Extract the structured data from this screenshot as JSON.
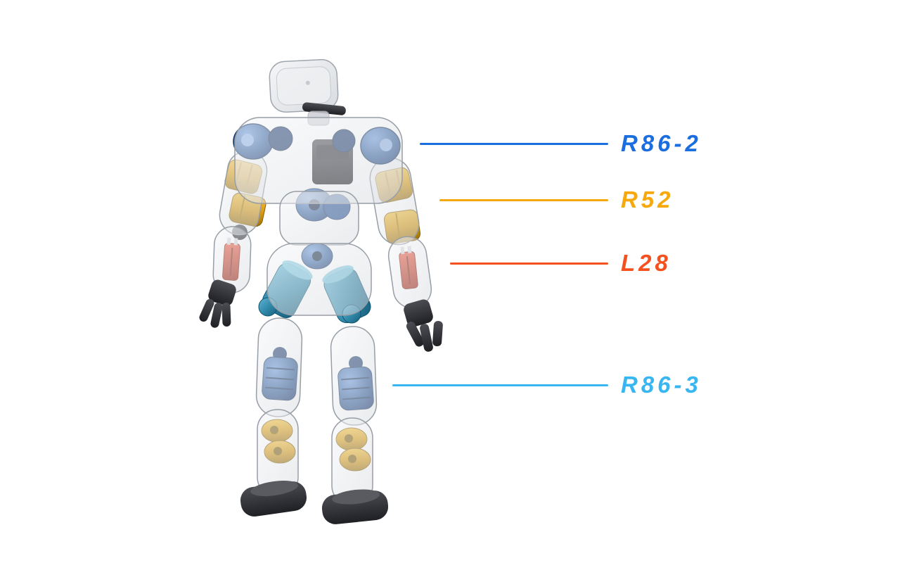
{
  "figure": {
    "background_color": "#ffffff"
  },
  "callouts": [
    {
      "id": "r86-2",
      "label": "R86-2",
      "color": "#1b6ee0"
    },
    {
      "id": "r52",
      "label": "R52",
      "color": "#f6a80c"
    },
    {
      "id": "l28",
      "label": "L28",
      "color": "#f4511e"
    },
    {
      "id": "r86-3",
      "label": "R86-3",
      "color": "#38b6f2"
    }
  ],
  "robot_colors": {
    "shell_translucent_gray": "#dfe2e6",
    "shoulder_waist_knee_actuator_blue": "#35629f",
    "arm_ankle_actuator_gold": "#d89a10",
    "forearm_actuator_red": "#c23a24",
    "hip_actuator_teal": "#2f87a8",
    "hands_feet_dark": "#2a2b30"
  }
}
